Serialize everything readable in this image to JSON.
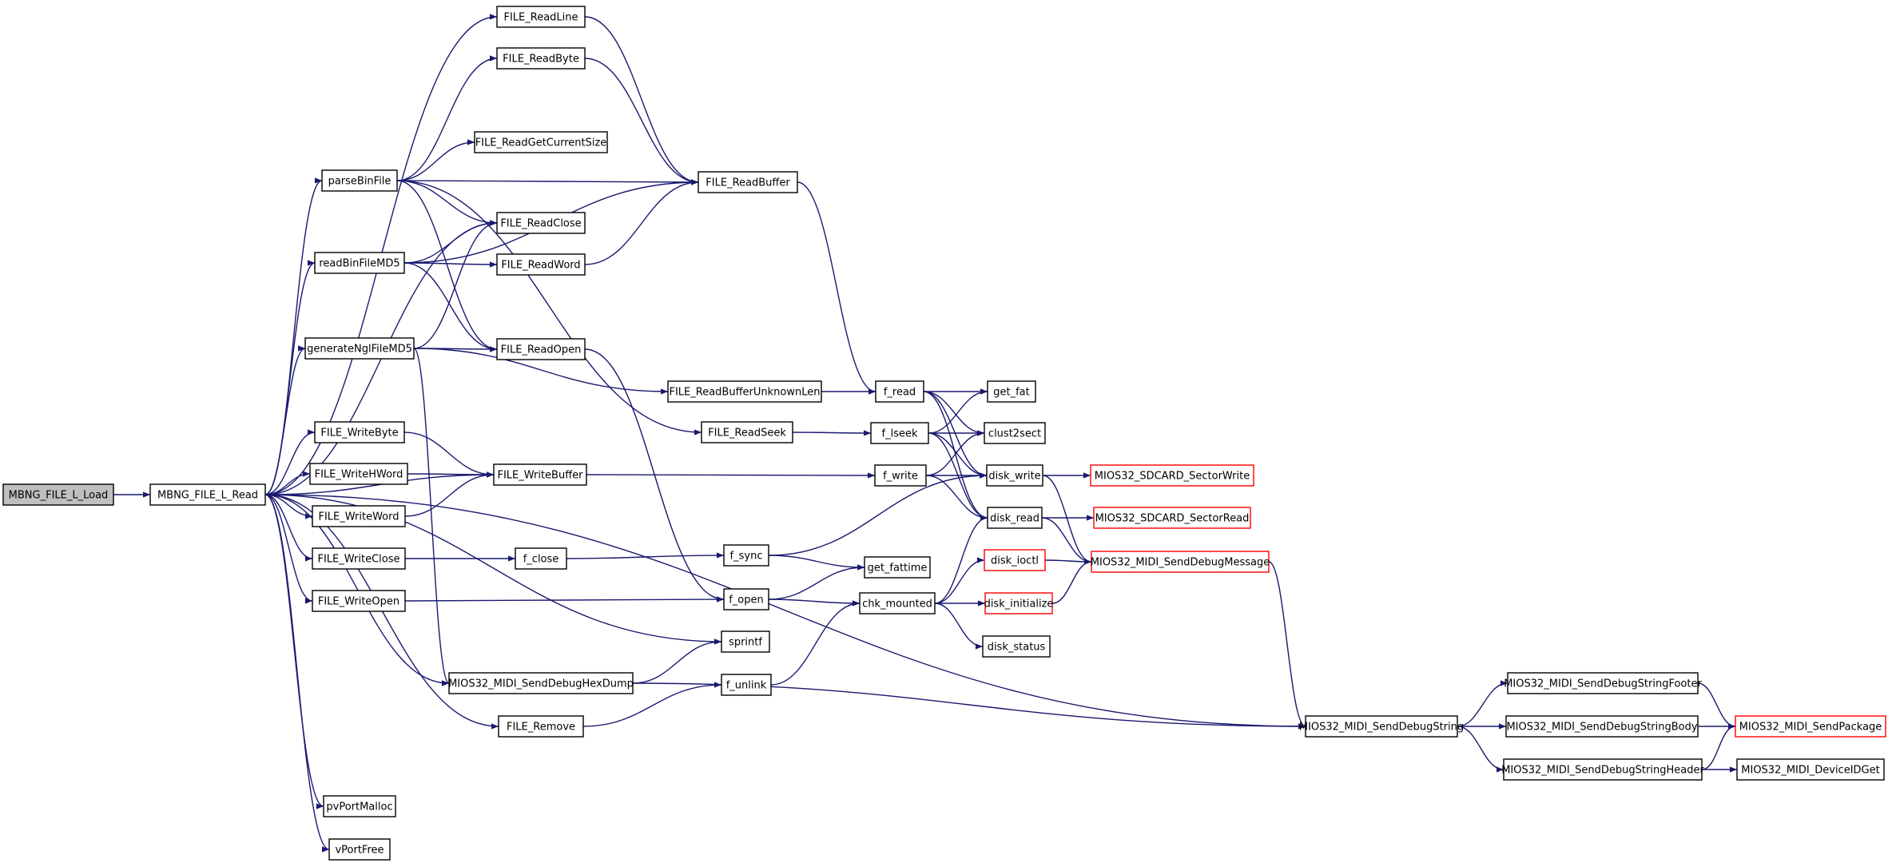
{
  "graph": {
    "type": "call-graph",
    "colors": {
      "edge": "#191970",
      "node_border": "#000000",
      "truncated_border": "#ff0000",
      "root_fill": "#bfbfbf"
    },
    "nodes": [
      {
        "id": "mbng_load",
        "label": "MBNG_FILE_L_Load",
        "kind": "root"
      },
      {
        "id": "mbng_read",
        "label": "MBNG_FILE_L_Read"
      },
      {
        "id": "readline",
        "label": "FILE_ReadLine"
      },
      {
        "id": "readbyte",
        "label": "FILE_ReadByte"
      },
      {
        "id": "readcursize",
        "label": "FILE_ReadGetCurrentSize"
      },
      {
        "id": "parsebin",
        "label": "parseBinFile"
      },
      {
        "id": "readbuffer",
        "label": "FILE_ReadBuffer"
      },
      {
        "id": "readclose",
        "label": "FILE_ReadClose"
      },
      {
        "id": "readbinmd5",
        "label": "readBinFileMD5"
      },
      {
        "id": "readword",
        "label": "FILE_ReadWord"
      },
      {
        "id": "genngl",
        "label": "generateNglFileMD5"
      },
      {
        "id": "readopen",
        "label": "FILE_ReadOpen"
      },
      {
        "id": "readbufunk",
        "label": "FILE_ReadBufferUnknownLen"
      },
      {
        "id": "f_read",
        "label": "f_read"
      },
      {
        "id": "get_fat",
        "label": "get_fat"
      },
      {
        "id": "readseek",
        "label": "FILE_ReadSeek"
      },
      {
        "id": "f_lseek",
        "label": "f_lseek"
      },
      {
        "id": "clust2sect",
        "label": "clust2sect"
      },
      {
        "id": "writebyte",
        "label": "FILE_WriteByte"
      },
      {
        "id": "writehword",
        "label": "FILE_WriteHWord"
      },
      {
        "id": "writebuffer",
        "label": "FILE_WriteBuffer"
      },
      {
        "id": "f_write",
        "label": "f_write"
      },
      {
        "id": "disk_write",
        "label": "disk_write"
      },
      {
        "id": "sd_write",
        "label": "MIOS32_SDCARD_SectorWrite",
        "kind": "truncated"
      },
      {
        "id": "writeword",
        "label": "FILE_WriteWord"
      },
      {
        "id": "disk_read",
        "label": "disk_read"
      },
      {
        "id": "sd_read",
        "label": "MIOS32_SDCARD_SectorRead",
        "kind": "truncated"
      },
      {
        "id": "writeclose",
        "label": "FILE_WriteClose"
      },
      {
        "id": "f_close",
        "label": "f_close"
      },
      {
        "id": "f_sync",
        "label": "f_sync"
      },
      {
        "id": "disk_ioctl",
        "label": "disk_ioctl",
        "kind": "truncated"
      },
      {
        "id": "senddbgmsg",
        "label": "MIOS32_MIDI_SendDebugMessage",
        "kind": "truncated"
      },
      {
        "id": "get_fattime",
        "label": "get_fattime"
      },
      {
        "id": "writeopen",
        "label": "FILE_WriteOpen"
      },
      {
        "id": "f_open",
        "label": "f_open"
      },
      {
        "id": "chk_mounted",
        "label": "chk_mounted"
      },
      {
        "id": "disk_init",
        "label": "disk_initialize",
        "kind": "truncated"
      },
      {
        "id": "sprintf",
        "label": "sprintf"
      },
      {
        "id": "disk_status",
        "label": "disk_status"
      },
      {
        "id": "hexdump",
        "label": "MIOS32_MIDI_SendDebugHexDump"
      },
      {
        "id": "f_unlink",
        "label": "f_unlink"
      },
      {
        "id": "strfooter",
        "label": "MIOS32_MIDI_SendDebugStringFooter"
      },
      {
        "id": "fileremove",
        "label": "FILE_Remove"
      },
      {
        "id": "sendstring",
        "label": "MIOS32_MIDI_SendDebugString"
      },
      {
        "id": "strbody",
        "label": "MIOS32_MIDI_SendDebugStringBody"
      },
      {
        "id": "sendpackage",
        "label": "MIOS32_MIDI_SendPackage",
        "kind": "truncated"
      },
      {
        "id": "strheader",
        "label": "MIOS32_MIDI_SendDebugStringHeader"
      },
      {
        "id": "deviceid",
        "label": "MIOS32_MIDI_DeviceIDGet"
      },
      {
        "id": "pvmalloc",
        "label": "pvPortMalloc"
      },
      {
        "id": "vfree",
        "label": "vPortFree"
      }
    ],
    "edges": [
      [
        "mbng_load",
        "mbng_read"
      ],
      [
        "mbng_read",
        "readline"
      ],
      [
        "mbng_read",
        "parsebin"
      ],
      [
        "mbng_read",
        "readclose"
      ],
      [
        "mbng_read",
        "readbinmd5"
      ],
      [
        "mbng_read",
        "genngl"
      ],
      [
        "mbng_read",
        "writebuffer"
      ],
      [
        "mbng_read",
        "writebyte"
      ],
      [
        "mbng_read",
        "writehword"
      ],
      [
        "mbng_read",
        "writeword"
      ],
      [
        "mbng_read",
        "writeclose"
      ],
      [
        "mbng_read",
        "writeopen"
      ],
      [
        "mbng_read",
        "sprintf"
      ],
      [
        "mbng_read",
        "hexdump"
      ],
      [
        "mbng_read",
        "fileremove"
      ],
      [
        "mbng_read",
        "sendstring"
      ],
      [
        "mbng_read",
        "pvmalloc"
      ],
      [
        "mbng_read",
        "vfree"
      ],
      [
        "parsebin",
        "readbyte"
      ],
      [
        "parsebin",
        "readcursize"
      ],
      [
        "parsebin",
        "readbuffer"
      ],
      [
        "parsebin",
        "readclose"
      ],
      [
        "parsebin",
        "readopen"
      ],
      [
        "parsebin",
        "readseek"
      ],
      [
        "readline",
        "readbuffer"
      ],
      [
        "readbyte",
        "readbuffer"
      ],
      [
        "readword",
        "readbuffer"
      ],
      [
        "readbinmd5",
        "readclose"
      ],
      [
        "readbinmd5",
        "readword"
      ],
      [
        "readbinmd5",
        "readopen"
      ],
      [
        "readbinmd5",
        "readbuffer"
      ],
      [
        "genngl",
        "readclose"
      ],
      [
        "genngl",
        "readopen"
      ],
      [
        "genngl",
        "readbufunk"
      ],
      [
        "genngl",
        "hexdump"
      ],
      [
        "readbuffer",
        "f_read"
      ],
      [
        "readbufunk",
        "f_read"
      ],
      [
        "readseek",
        "f_lseek"
      ],
      [
        "readopen",
        "f_open"
      ],
      [
        "f_read",
        "get_fat"
      ],
      [
        "f_read",
        "clust2sect"
      ],
      [
        "f_read",
        "disk_write"
      ],
      [
        "f_read",
        "disk_read"
      ],
      [
        "f_lseek",
        "get_fat"
      ],
      [
        "f_lseek",
        "clust2sect"
      ],
      [
        "f_lseek",
        "disk_write"
      ],
      [
        "f_lseek",
        "disk_read"
      ],
      [
        "writebyte",
        "writebuffer"
      ],
      [
        "writehword",
        "writebuffer"
      ],
      [
        "writeword",
        "writebuffer"
      ],
      [
        "writebuffer",
        "f_write"
      ],
      [
        "f_write",
        "clust2sect"
      ],
      [
        "f_write",
        "disk_write"
      ],
      [
        "f_write",
        "disk_read"
      ],
      [
        "disk_write",
        "sd_write"
      ],
      [
        "disk_write",
        "senddbgmsg"
      ],
      [
        "disk_read",
        "sd_read"
      ],
      [
        "disk_read",
        "senddbgmsg"
      ],
      [
        "writeclose",
        "f_close"
      ],
      [
        "f_close",
        "f_sync"
      ],
      [
        "f_sync",
        "disk_write"
      ],
      [
        "f_sync",
        "get_fattime"
      ],
      [
        "writeopen",
        "f_open"
      ],
      [
        "f_open",
        "get_fattime"
      ],
      [
        "f_open",
        "chk_mounted"
      ],
      [
        "chk_mounted",
        "disk_read"
      ],
      [
        "chk_mounted",
        "disk_ioctl"
      ],
      [
        "chk_mounted",
        "disk_init"
      ],
      [
        "chk_mounted",
        "disk_status"
      ],
      [
        "disk_ioctl",
        "senddbgmsg"
      ],
      [
        "disk_init",
        "senddbgmsg"
      ],
      [
        "hexdump",
        "sprintf"
      ],
      [
        "hexdump",
        "sendstring"
      ],
      [
        "fileremove",
        "f_unlink"
      ],
      [
        "f_unlink",
        "chk_mounted"
      ],
      [
        "senddbgmsg",
        "sendstring"
      ],
      [
        "sendstring",
        "strfooter"
      ],
      [
        "sendstring",
        "strbody"
      ],
      [
        "sendstring",
        "strheader"
      ],
      [
        "strfooter",
        "sendpackage"
      ],
      [
        "strbody",
        "sendpackage"
      ],
      [
        "strheader",
        "sendpackage"
      ],
      [
        "strheader",
        "deviceid"
      ]
    ]
  }
}
